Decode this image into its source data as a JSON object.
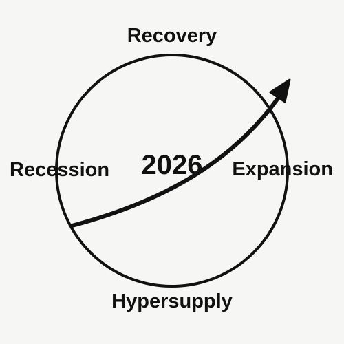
{
  "diagram": {
    "center_label": "2026",
    "phases": {
      "top": "Recovery",
      "right": "Expansion",
      "bottom": "Hypersupply",
      "left": "Recession"
    },
    "colors": {
      "background": "#f6f6f4",
      "stroke": "#111111"
    }
  }
}
